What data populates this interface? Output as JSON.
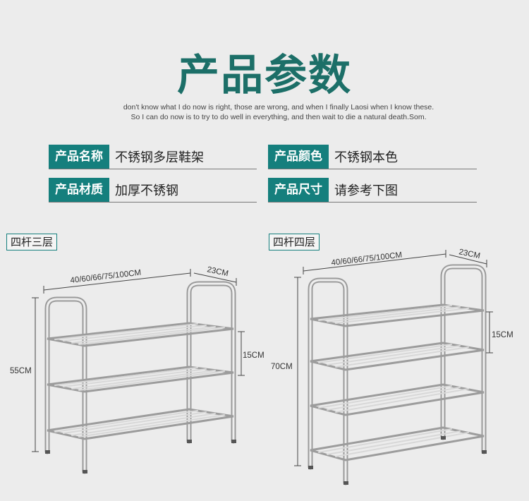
{
  "header": {
    "title": "产品参数",
    "subtitle_line1": "don't know what I do now is right, those are wrong, and when I finally Laosi when I know these.",
    "subtitle_line2": "So I can do now is to try to do well in everything, and then wait to die a natural death.Som."
  },
  "params": [
    {
      "label": "产品名称",
      "value": "不锈钢多层鞋架"
    },
    {
      "label": "产品颜色",
      "value": "不锈钢本色"
    },
    {
      "label": "产品材质",
      "value": "加厚不锈钢"
    },
    {
      "label": "产品尺寸",
      "value": "请参考下图"
    }
  ],
  "products": [
    {
      "name": "四杆三层",
      "width_label": "40/60/66/75/100CM",
      "depth_label": "23CM",
      "height_label": "55CM",
      "spacing_label": "15CM"
    },
    {
      "name": "四杆四层",
      "width_label": "40/60/66/75/100CM",
      "depth_label": "23CM",
      "height_label": "70CM",
      "spacing_label": "15CM"
    }
  ],
  "colors": {
    "accent": "#157f7d",
    "title": "#1c6f68",
    "background": "#ececec"
  }
}
